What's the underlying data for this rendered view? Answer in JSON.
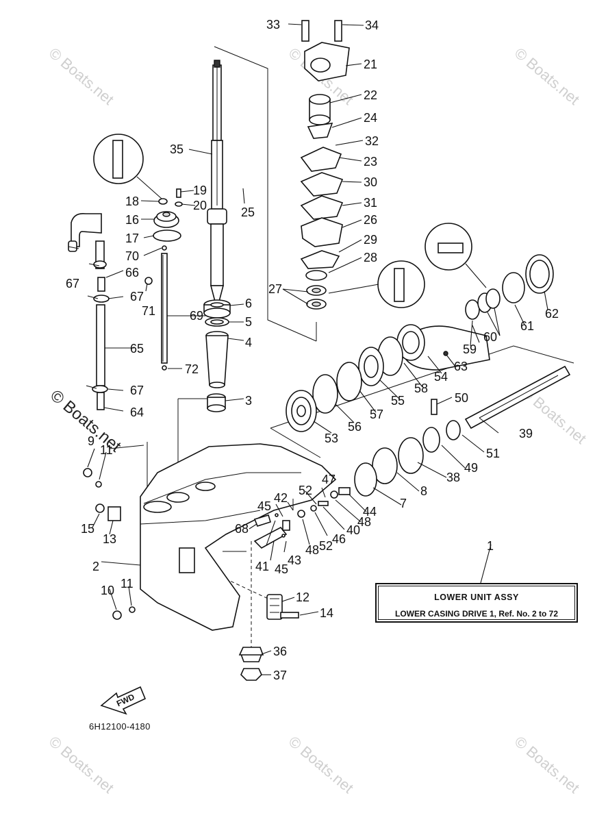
{
  "parts_box": {
    "title": "LOWER UNIT ASSY",
    "subtitle": "LOWER CASING DRIVE 1,  Ref. No. 2 to 72"
  },
  "diagram_code": "6H12100-4180",
  "fwd_label": "FWD",
  "watermark": "© Boats.net",
  "callouts": {
    "c1": "1",
    "c2": "2",
    "c3": "3",
    "c4": "4",
    "c5": "5",
    "c6": "6",
    "c7": "7",
    "c8": "8",
    "c9": "9",
    "c10": "10",
    "c11a": "11",
    "c11b": "11",
    "c12": "12",
    "c13": "13",
    "c14": "14",
    "c15": "15",
    "c16": "16",
    "c17": "17",
    "c18": "18",
    "c19": "19",
    "c20": "20",
    "c21": "21",
    "c22": "22",
    "c23": "23",
    "c24": "24",
    "c25": "25",
    "c26": "26",
    "c27": "27",
    "c28": "28",
    "c29": "29",
    "c30": "30",
    "c31": "31",
    "c32": "32",
    "c33": "33",
    "c34": "34",
    "c35": "35",
    "c36": "36",
    "c37": "37",
    "c38": "38",
    "c39": "39",
    "c40": "40",
    "c41": "41",
    "c42": "42",
    "c43": "43",
    "c44": "44",
    "c45a": "45",
    "c45b": "45",
    "c46": "46",
    "c47": "47",
    "c48a": "48",
    "c48b": "48",
    "c49": "49",
    "c50": "50",
    "c51": "51",
    "c52a": "52",
    "c52b": "52",
    "c53": "53",
    "c54": "54",
    "c55": "55",
    "c56": "56",
    "c57": "57",
    "c58": "58",
    "c59": "59",
    "c60": "60",
    "c61": "61",
    "c62": "62",
    "c63": "63",
    "c64": "64",
    "c65": "65",
    "c66": "66",
    "c67a": "67",
    "c67b": "67",
    "c67c": "67",
    "c68": "68",
    "c69": "69",
    "c70": "70",
    "c71": "71",
    "c72": "72"
  }
}
